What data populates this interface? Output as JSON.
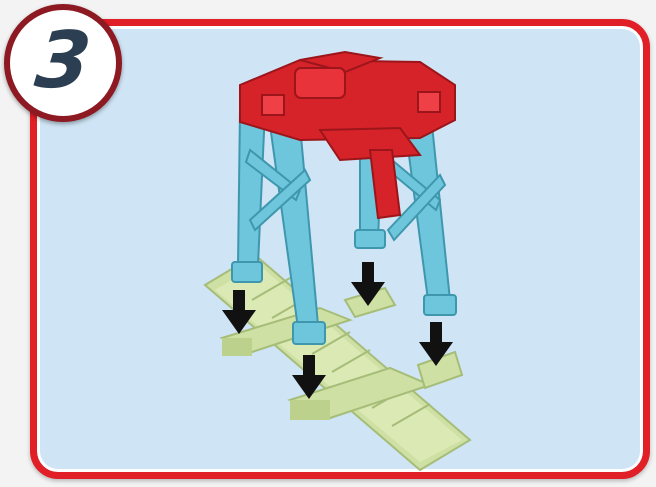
{
  "step": {
    "number": "3"
  },
  "colors": {
    "frame_border": "#e01f26",
    "frame_fill": "#cfe4f4",
    "badge_ring": "#8d1a22",
    "badge_number": "#2c3f52",
    "crane_top": "#d62329",
    "crane_legs": "#6ec6dc",
    "track_base": "#cfe0a4",
    "arrow": "#111111"
  },
  "illustration": {
    "subject": "gantry-crane-assembly",
    "arrows": [
      {
        "direction": "down"
      },
      {
        "direction": "down"
      },
      {
        "direction": "down"
      },
      {
        "direction": "down"
      }
    ]
  }
}
